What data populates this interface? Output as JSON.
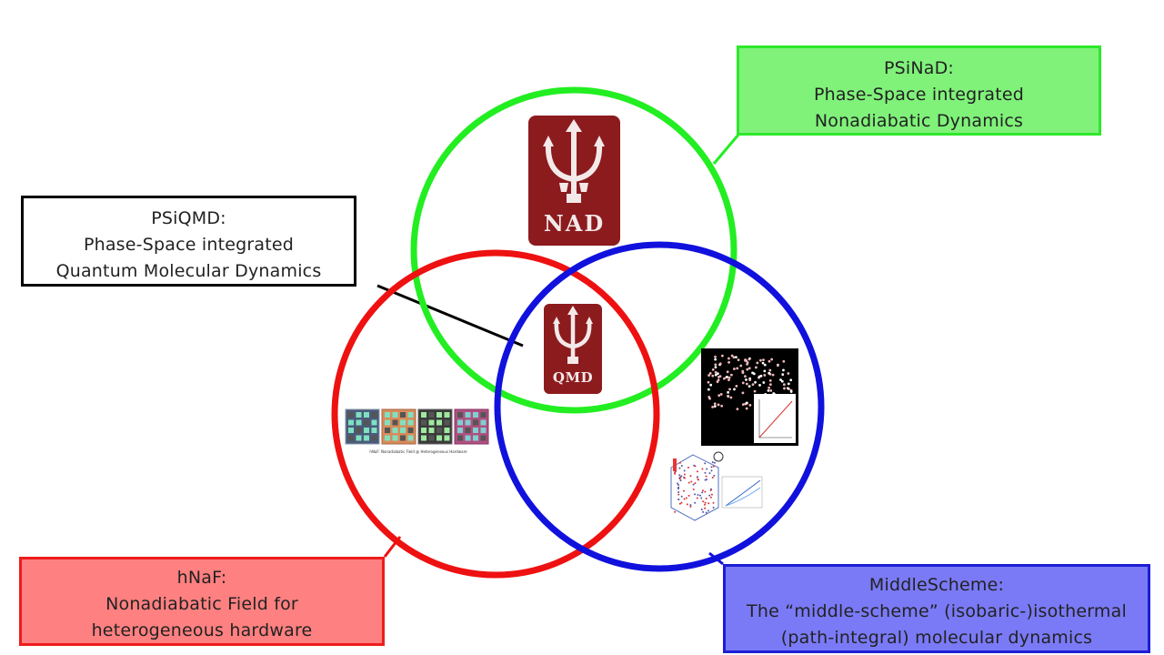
{
  "boxes": {
    "psinad": {
      "title": "PSiNaD:",
      "line1": "Phase-Space integrated",
      "line2": "Nonadiabatic Dynamics",
      "fill": "#80f27a",
      "stroke": "#2ee82a"
    },
    "psiqmd": {
      "title": "PSiQMD:",
      "line1": "Phase-Space integrated",
      "line2": "Quantum Molecular Dynamics",
      "fill": "#ffffff",
      "stroke": "#000000"
    },
    "hnaf": {
      "title": "hNaF:",
      "line1": "Nonadiabatic Field for",
      "line2": "heterogeneous hardware",
      "fill": "#ff8080",
      "stroke": "#ee1c1c"
    },
    "middle": {
      "title": "MiddleScheme:",
      "line1": "The “middle-scheme” (isobaric-)isothermal",
      "line2": "(path-integral) molecular dynamics",
      "fill": "#7a7af7",
      "stroke": "#1d1dd6"
    }
  },
  "circles": {
    "green": "#22ee22",
    "red": "#ee1111",
    "blue": "#1111dd"
  },
  "logos": {
    "nad": {
      "label": "NAD",
      "icon": "trident-icon",
      "color": "#8c1b1e"
    },
    "qmd": {
      "label": "QMD",
      "icon": "trident-icon",
      "color": "#8c1b1e"
    }
  },
  "thumbnails": {
    "hnaf_caption": "hNaF: Nonadiabatic Field @ Heterogeneous Hardware"
  }
}
